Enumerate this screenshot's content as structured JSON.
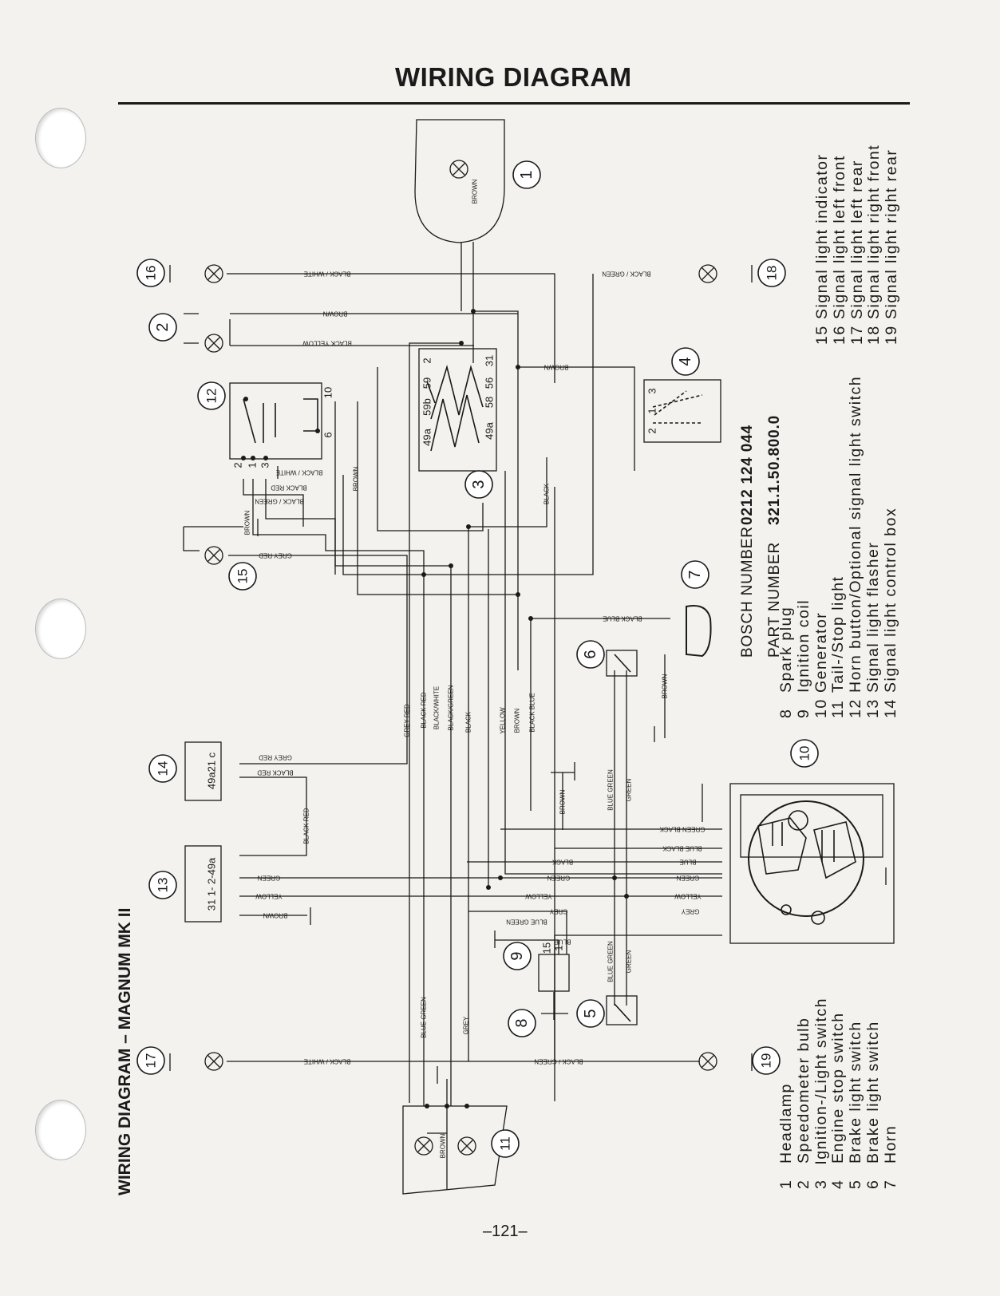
{
  "page": {
    "title": "WIRING DIAGRAM",
    "side_title": "WIRING DIAGRAM – MAGNUM MK II",
    "page_number": "–121–"
  },
  "part_info": {
    "bosch_label": "BOSCH NUMBER",
    "bosch_value": "0212 124 044",
    "part_label": "PART NUMBER",
    "part_value": "321.1.50.800.0"
  },
  "legend": {
    "col1": [
      {
        "num": "1",
        "label": "Headlamp"
      },
      {
        "num": "2",
        "label": "Speedometer bulb"
      },
      {
        "num": "3",
        "label": "Ignition-/Light switch"
      },
      {
        "num": "4",
        "label": "Engine stop switch"
      },
      {
        "num": "5",
        "label": "Brake light switch"
      },
      {
        "num": "6",
        "label": "Brake light switch"
      },
      {
        "num": "7",
        "label": "Horn"
      }
    ],
    "col2": [
      {
        "num": "8",
        "label": "Spark plug"
      },
      {
        "num": "9",
        "label": "Ignition coil"
      },
      {
        "num": "10",
        "label": "Generator"
      },
      {
        "num": "11",
        "label": "Tail-/Stop light"
      },
      {
        "num": "12",
        "label": "Horn button/Optional signal light switch"
      },
      {
        "num": "13",
        "label": "Signal light flasher"
      },
      {
        "num": "14",
        "label": "Signal light control box"
      }
    ],
    "col3": [
      {
        "num": "15",
        "label": "Signal light indicator"
      },
      {
        "num": "16",
        "label": "Signal light left front"
      },
      {
        "num": "17",
        "label": "Signal light left rear"
      },
      {
        "num": "18",
        "label": "Signal light right front"
      },
      {
        "num": "19",
        "label": "Signal light right rear"
      }
    ]
  },
  "diagram": {
    "component_numbers": [
      "1",
      "2",
      "3",
      "4",
      "5",
      "6",
      "7",
      "8",
      "9",
      "10",
      "11",
      "12",
      "13",
      "14",
      "15",
      "16",
      "17",
      "18",
      "19"
    ],
    "wire_labels": {
      "black_white": "BLACK / WHITE",
      "black_green": "BLACK / GREEN",
      "brown": "BROWN",
      "black_yellow": "BLACK YELLOW",
      "black": "BLACK",
      "black_red": "BLACK RED",
      "grey_red": "GREY RED",
      "black_blue": "BLACK BLUE",
      "black_white2": "BLACK/WHITE",
      "black_green2": "BLACK/GREEN",
      "yellow": "YELLOW",
      "blue_green": "BLUE GREEN",
      "green": "GREEN",
      "grey": "GREY",
      "blue": "BLUE",
      "green_black": "GREEN BLACK",
      "blue_black": "BLUE BLACK",
      "black_red2": "BLACK RED",
      "blue_green2": "BLUE GREEN"
    },
    "terminals": {
      "sw3": [
        "2",
        "31",
        "59",
        "56",
        "59b",
        "58",
        "49a",
        "49a"
      ],
      "sw4": [
        "3",
        "1",
        "2"
      ],
      "sw12": [
        "10",
        "6",
        "2",
        "1",
        "3"
      ],
      "box14": "49a21 c",
      "flasher13": "31 1- 2-49a",
      "coil9": [
        "15",
        "1"
      ]
    }
  }
}
